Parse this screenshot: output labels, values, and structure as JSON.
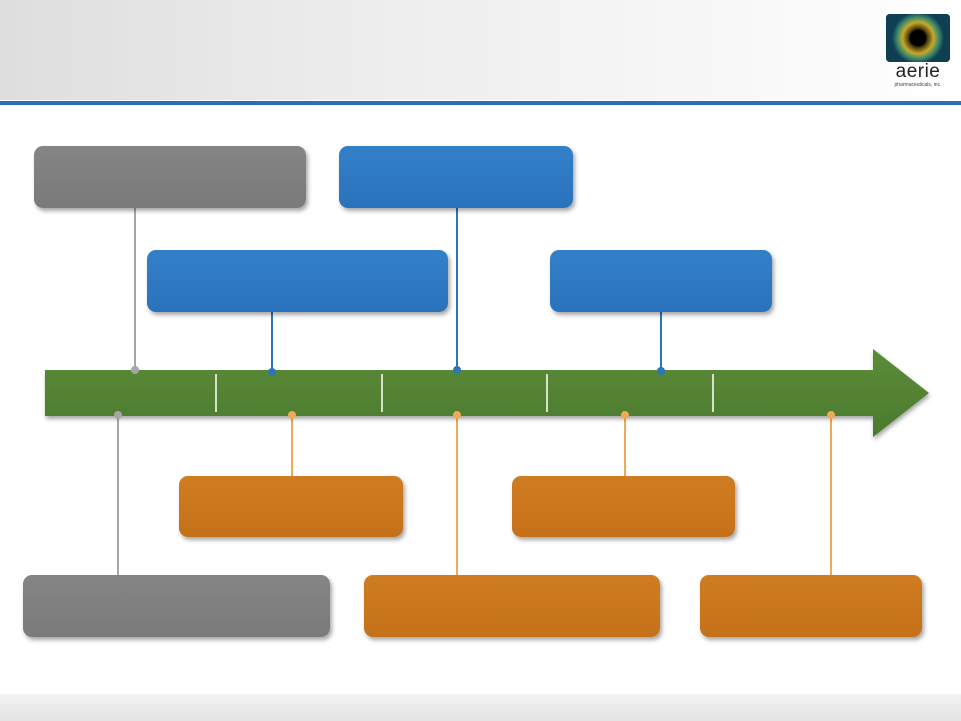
{
  "logo": {
    "name": "aerie",
    "subtitle": "pharmaceuticals, inc."
  },
  "colors": {
    "header_rule": "#2a6fb8",
    "arrow": "#548235",
    "gray_box": "#7f7f7f",
    "blue_box": "#2e75c0",
    "orange_box": "#c8781d",
    "gray_line": "#a6a6a6",
    "blue_line": "#2e75b6",
    "orange_line": "#f0a956"
  },
  "timeline": {
    "segment_dividers": 4,
    "upper_boxes": [
      {
        "id": "gray-top",
        "color": "gray",
        "text": ""
      },
      {
        "id": "blue-top-center",
        "color": "blue",
        "text": ""
      },
      {
        "id": "blue-mid-left",
        "color": "blue",
        "text": ""
      },
      {
        "id": "blue-mid-right",
        "color": "blue",
        "text": ""
      }
    ],
    "lower_boxes": [
      {
        "id": "orange-mid-left",
        "color": "orange",
        "text": ""
      },
      {
        "id": "orange-mid-right",
        "color": "orange",
        "text": ""
      },
      {
        "id": "gray-bottom",
        "color": "gray",
        "text": ""
      },
      {
        "id": "orange-bottom-center",
        "color": "orange",
        "text": ""
      },
      {
        "id": "orange-bottom-right",
        "color": "orange",
        "text": ""
      }
    ]
  }
}
